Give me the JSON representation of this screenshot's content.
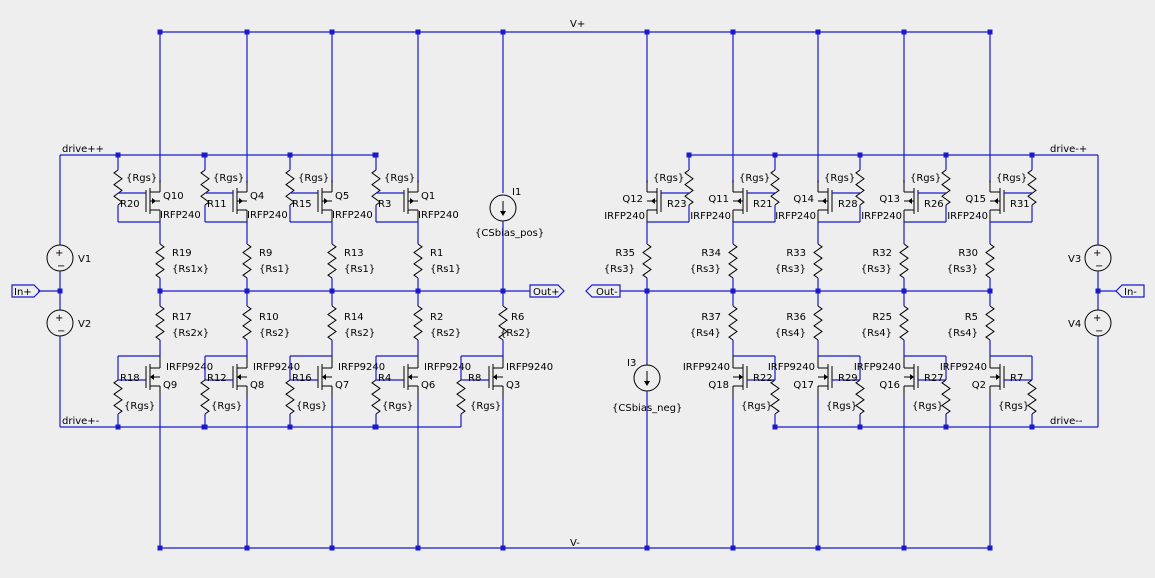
{
  "rails": {
    "vplus": "V+",
    "vminus": "V-"
  },
  "ports": {
    "in_plus": "In+",
    "in_minus": "In-",
    "out_plus": "Out+",
    "out_minus": "Out-"
  },
  "nets": {
    "drive_pp": "drive++",
    "drive_pm": "drive+-",
    "drive_mp": "drive-+",
    "drive_mm": "drive--"
  },
  "upper_left": [
    {
      "gate_r": "R20",
      "q": "Q10",
      "src_r": "R19",
      "src_val": "{Rs1x}"
    },
    {
      "gate_r": "R11",
      "q": "Q4",
      "src_r": "R9",
      "src_val": "{Rs1}"
    },
    {
      "gate_r": "R15",
      "q": "Q5",
      "src_r": "R13",
      "src_val": "{Rs1}"
    },
    {
      "gate_r": "R3",
      "q": "Q1",
      "src_r": "R1",
      "src_val": "{Rs1}"
    }
  ],
  "lower_left": [
    {
      "gate_r": "R18",
      "q": "Q9",
      "src_r": "R17",
      "src_val": "{Rs2x}"
    },
    {
      "gate_r": "R12",
      "q": "Q8",
      "src_r": "R10",
      "src_val": "{Rs2}"
    },
    {
      "gate_r": "R16",
      "q": "Q7",
      "src_r": "R14",
      "src_val": "{Rs2}"
    },
    {
      "gate_r": "R4",
      "q": "Q6",
      "src_r": "R2",
      "src_val": "{Rs2}"
    },
    {
      "gate_r": "R8",
      "q": "Q3",
      "src_r": "R6",
      "src_val": "{Rs2}"
    }
  ],
  "upper_right": [
    {
      "gate_r": "R23",
      "q": "Q12",
      "src_r": "R35",
      "src_val": "{Rs3}"
    },
    {
      "gate_r": "R21",
      "q": "Q11",
      "src_r": "R34",
      "src_val": "{Rs3}"
    },
    {
      "gate_r": "R28",
      "q": "Q14",
      "src_r": "R33",
      "src_val": "{Rs3}"
    },
    {
      "gate_r": "R26",
      "q": "Q13",
      "src_r": "R32",
      "src_val": "{Rs3}"
    },
    {
      "gate_r": "R31",
      "q": "Q15",
      "src_r": "R30",
      "src_val": "{Rs3}"
    }
  ],
  "lower_right": [
    {
      "gate_r": "R22",
      "q": "Q18",
      "src_r": "R37",
      "src_val": "{Rs4}"
    },
    {
      "gate_r": "R29",
      "q": "Q17",
      "src_r": "R36",
      "src_val": "{Rs4}"
    },
    {
      "gate_r": "R27",
      "q": "Q16",
      "src_r": "R25",
      "src_val": "{Rs4}"
    },
    {
      "gate_r": "R7",
      "q": "Q2",
      "src_r": "R5",
      "src_val": "{Rs4}"
    }
  ],
  "parts": {
    "n_fet": "IRFP240",
    "p_fet": "IRFP9240",
    "gate_val": "{Rgs}"
  },
  "sources": {
    "v1": "V1",
    "v2": "V2",
    "v3": "V3",
    "v4": "V4",
    "i1": "I1",
    "i1_val": "{CSbias_pos}",
    "i3": "I3",
    "i3_val": "{CSbias_neg}"
  },
  "colors": {
    "wire": "#1a1acc",
    "component": "#000000",
    "background": "#eeeeee"
  }
}
